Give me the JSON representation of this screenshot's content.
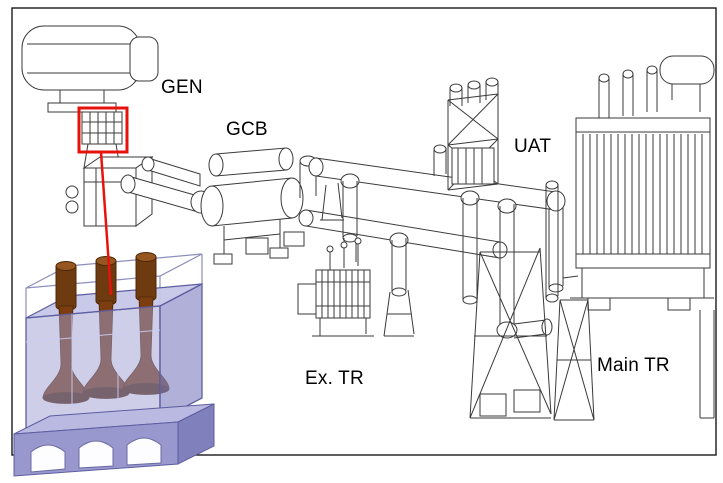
{
  "figure": {
    "labels": {
      "gen": "GEN",
      "gcb": "GCB",
      "uat": "UAT",
      "ex_tr": "Ex. TR",
      "main_tr": "Main TR"
    },
    "colors": {
      "highlight": "#e8120c",
      "line_art": "#3a3a3a",
      "model_shell": "#9d9dd3",
      "model_shell_top": "#c6c6e8",
      "model_bushing": "#7c3e10"
    }
  }
}
